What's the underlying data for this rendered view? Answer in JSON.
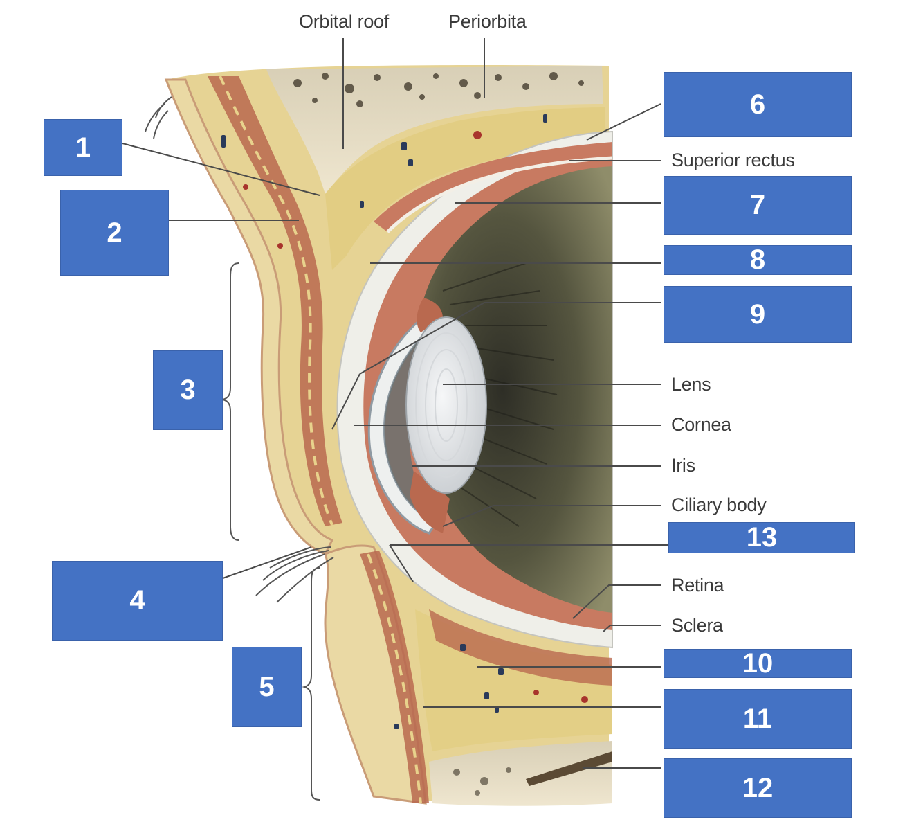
{
  "labels": {
    "orbital_roof": "Orbital roof",
    "periorbita": "Periorbita",
    "superior_rectus": "Superior rectus",
    "lens": "Lens",
    "cornea": "Cornea",
    "iris": "Iris",
    "ciliary_body": "Ciliary body",
    "retina": "Retina",
    "sclera": "Sclera"
  },
  "boxes": {
    "b1": "1",
    "b2": "2",
    "b3": "3",
    "b4": "4",
    "b5": "5",
    "b6": "6",
    "b7": "7",
    "b8": "8",
    "b9": "9",
    "b10": "10",
    "b11": "11",
    "b12": "12",
    "b13": "13"
  },
  "colors": {
    "box_fill": "#4472c4",
    "box_text": "#ffffff",
    "label_text": "#3a3a3a",
    "fat": "#e8d79a",
    "muscle": "#b8684f",
    "bone": "#f1e8d3",
    "vitreous": "#4a4a3a",
    "lens": "#e6e9ec"
  }
}
